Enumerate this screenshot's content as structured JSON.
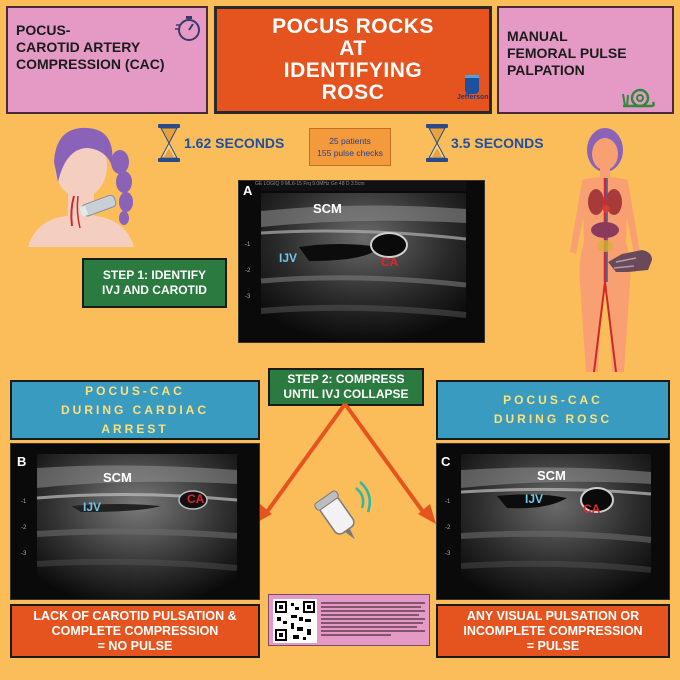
{
  "header": {
    "left_title": "POCUS-\nCAROTID ARTERY\nCOMPRESSION (CAC)",
    "center_title": "POCUS ROCKS\nAT\nIDENTIFYING\nROSC",
    "right_title": "MANUAL\nFEMORAL PULSE\nPALPATION",
    "logo_text": "Jefferson"
  },
  "stats": {
    "left_time": "1.62 SECONDS",
    "right_time": "3.5 SECONDS",
    "patients": "25 patients",
    "pulse_checks": "155 pulse checks"
  },
  "steps": {
    "step1": "STEP 1: IDENTIFY\nIVJ AND CAROTID",
    "step2": "STEP 2: COMPRESS\nUNTIL IVJ COLLAPSE"
  },
  "panels": {
    "cardiac_arrest": "POCUS-CAC\nDURING CARDIAC\nARREST",
    "rosc": "POCUS-CAC\nDURING ROSC"
  },
  "ultrasound": {
    "a": {
      "letter": "A",
      "scm": "SCM",
      "ijv": "IJV",
      "ca": "CA",
      "banner": "GE LOGIQ 9  ML6-15  Frq 9.0MHz  Gn 48  D 3.5cm"
    },
    "b": {
      "letter": "B",
      "scm": "SCM",
      "ijv": "IJV",
      "ca": "CA"
    },
    "c": {
      "letter": "C",
      "scm": "SCM",
      "ijv": "IJV",
      "ca": "CA"
    },
    "depth_scale": "-1\n\n-2\n\n-3"
  },
  "results": {
    "no_pulse": "LACK OF CAROTID PULSATION &\nCOMPLETE COMPRESSION\n= NO PULSE",
    "pulse": "ANY VISUAL PULSATION OR\nINCOMPLETE COMPRESSION\n= PULSE"
  },
  "colors": {
    "background": "#fbbc5a",
    "header_pink": "#e59ac6",
    "title_orange": "#e5541f",
    "step_green": "#2b7a3f",
    "panel_blue": "#3a9bc0",
    "time_blue": "#1f4fa0",
    "ca_red": "#e0252b",
    "ijv_cyan": "#6fc7e8"
  },
  "icons": [
    "stopwatch-icon",
    "snail-icon",
    "jefferson-logo-icon",
    "hourglass-icon",
    "woman-neck-illustration",
    "anatomy-figure-illustration",
    "ultrasound-probe-icon",
    "qr-code-icon"
  ]
}
